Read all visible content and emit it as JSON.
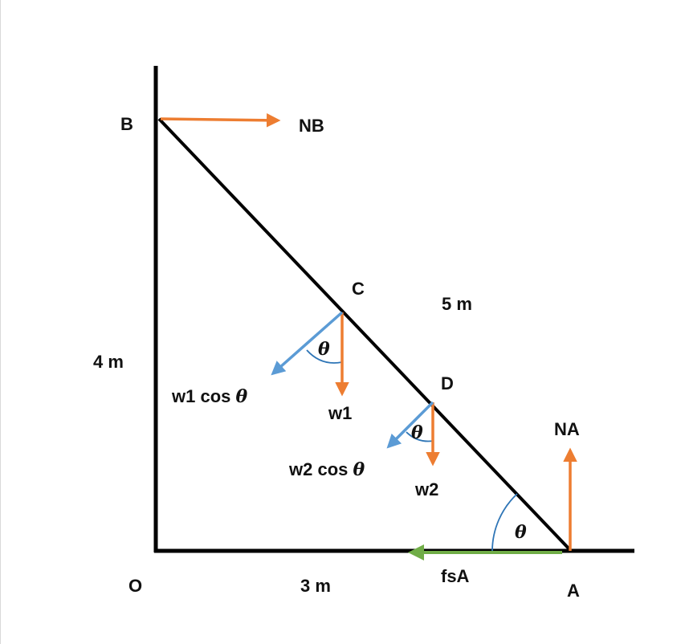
{
  "colors": {
    "structure": "#000000",
    "orange": "#ED7D31",
    "blue": "#5B9BD5",
    "green": "#70AD47",
    "arc": "#2E75B6"
  },
  "points": {
    "O": "O",
    "A": "A",
    "B": "B",
    "C": "C",
    "D": "D"
  },
  "dimensions": {
    "height": "4 m",
    "base": "3 m",
    "ladder": "5 m"
  },
  "forces": {
    "nb": "NB",
    "na": "NA",
    "fsa": "fsA",
    "w1": "w1",
    "w2": "w2",
    "w1_cos": "w1 cos ",
    "w2_cos": "w2 cos "
  },
  "angle": {
    "symbol": "θ"
  }
}
